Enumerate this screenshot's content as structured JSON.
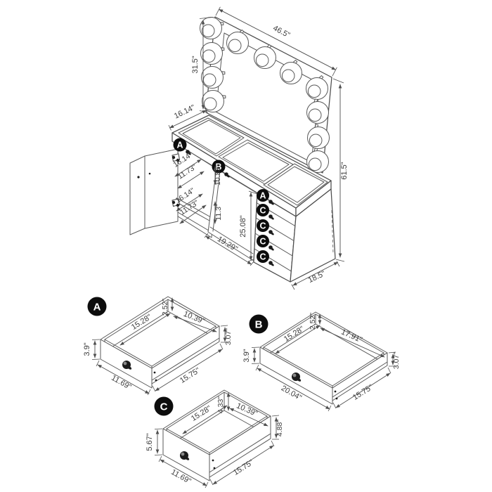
{
  "diagram": {
    "kind": "furniture-dimension-diagram",
    "product": "lighted-mirror-vanity-desk",
    "colors": {
      "line": "#585858",
      "text": "#3c3c3c",
      "badge": "#0d0d0d",
      "background": "#ffffff"
    }
  },
  "labels": {
    "mirror_width": "46.5\"",
    "mirror_height": "31.5\"",
    "top_depth": "16.14\"",
    "comp1_width": "16.14\"",
    "comp1_depth": "11.73\"",
    "comp1_height": "10.83\"",
    "comp2_width": "16.14\"",
    "comp2_depth": "11.73\"",
    "comp2_height": "11.3\"",
    "kneehole_width": "19.29\"",
    "kneehole_height": "25.08\"",
    "overall_height": "61.5\"",
    "overall_depth": "18.5\"",
    "badge_a": "A",
    "badge_b": "B",
    "badge_c": "C",
    "bank_badges": [
      "A",
      "C",
      "C",
      "C",
      "C"
    ],
    "drawer_a": {
      "label": "A",
      "interior_width": "15.28\"",
      "interior_depth": "10.39\"",
      "back_height": "2.52\"",
      "side_height": "3.07\"",
      "front_height": "3.9\"",
      "front_width": "11.69\"",
      "side_length": "15.75\""
    },
    "drawer_b": {
      "label": "B",
      "interior_width": "15.28\"",
      "interior_depth": "17.91\"",
      "back_height": "2.52\"",
      "side_height": "3.07\"",
      "front_height": "3.9\"",
      "front_width": "20.04\"",
      "side_length": "15.75\""
    },
    "drawer_c": {
      "label": "C",
      "interior_width": "15.28\"",
      "interior_depth": "10.39\"",
      "back_height": "4.33\"",
      "side_height": "4.88\"",
      "front_height": "5.67\"",
      "front_width": "11.69\"",
      "side_length": "15.75\""
    }
  }
}
